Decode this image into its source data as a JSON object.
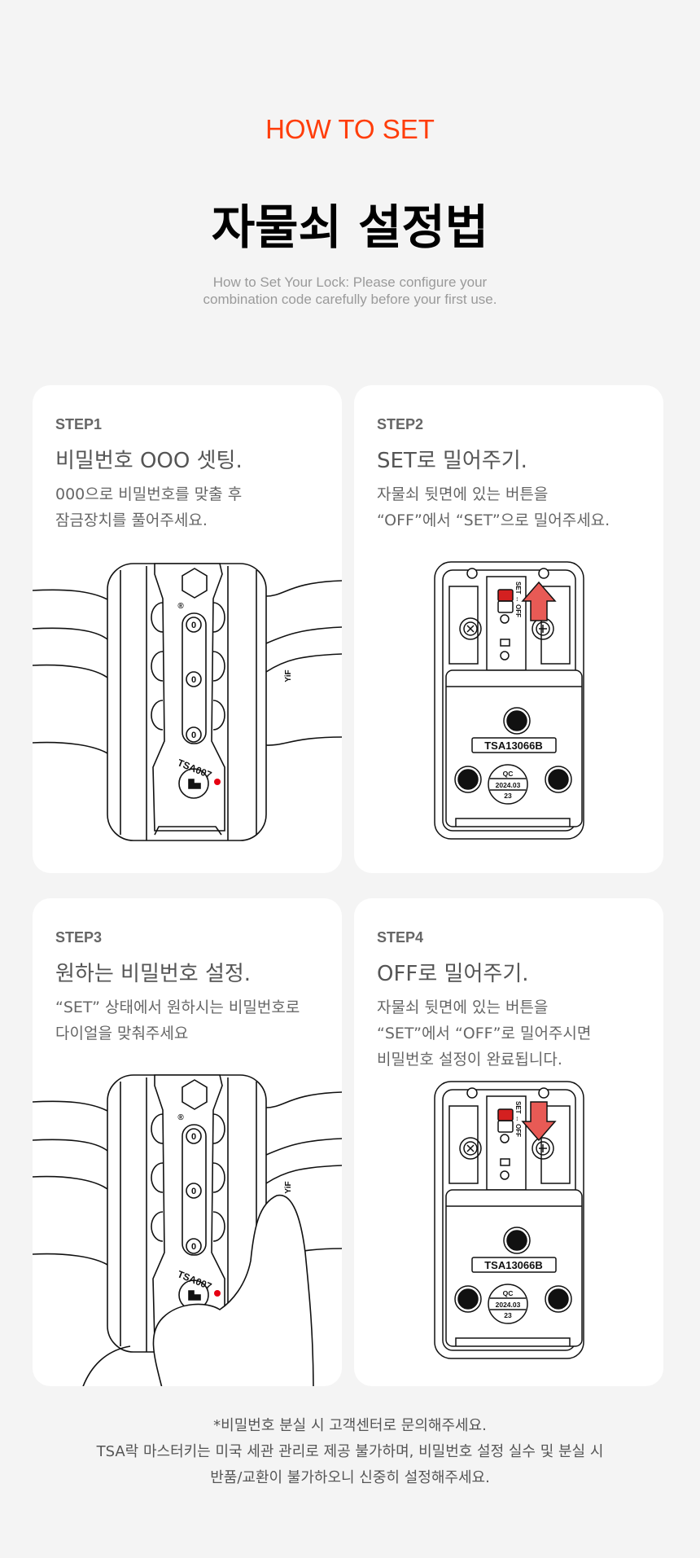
{
  "header": {
    "eyebrow": "HOW TO SET",
    "title": "자물쇠 설정법",
    "subtitle_lines": [
      "How to Set Your Lock: Please configure your",
      "combination code carefully before your first use."
    ]
  },
  "steps": [
    {
      "step": "STEP1",
      "title": "비밀번호 OOO 셋팅.",
      "desc": [
        "000으로 비밀번호를 맞출 후",
        "잠금장치를 풀어주세요."
      ]
    },
    {
      "step": "STEP2",
      "title": "SET로 밀어주기.",
      "desc": [
        "자물쇠 뒷면에 있는 버튼을",
        "“OFF”에서 “SET”으로 밀어주세요."
      ]
    },
    {
      "step": "STEP3",
      "title": "원하는 비밀번호 설정.",
      "desc": [
        "“SET” 상태에서 원하시는 비밀번호로",
        "다이얼을 맞춰주세요"
      ]
    },
    {
      "step": "STEP4",
      "title": "OFF로 밀어주기.",
      "desc": [
        "자물쇠 뒷면에 있는 버튼을",
        "“SET”에서 “OFF”로 밀어주시면",
        "비밀번호 설정이 완료됩니다."
      ]
    }
  ],
  "lock_front": {
    "dial_digit": "0",
    "tsa_code": "TSA007",
    "brand": "YiF",
    "registered": "®"
  },
  "lock_back": {
    "model": "TSA13066B",
    "qc": "QC",
    "qc_date": "2024.03",
    "qc_num": "23",
    "switch_label": "SET ↔ OFF"
  },
  "footer": {
    "lines": [
      "*비밀번호 분실 시 고객센터로 문의해주세요.",
      "TSA락 마스터키는 미국 세관 관리로 제공 불가하며, 비밀번호 설정 실수 및 분실 시",
      "반품/교환이 불가하오니 신중히 설정해주세요."
    ]
  },
  "colors": {
    "accent": "#ff3d0a",
    "arrow": "#e85a55",
    "dot": "#e60012"
  }
}
